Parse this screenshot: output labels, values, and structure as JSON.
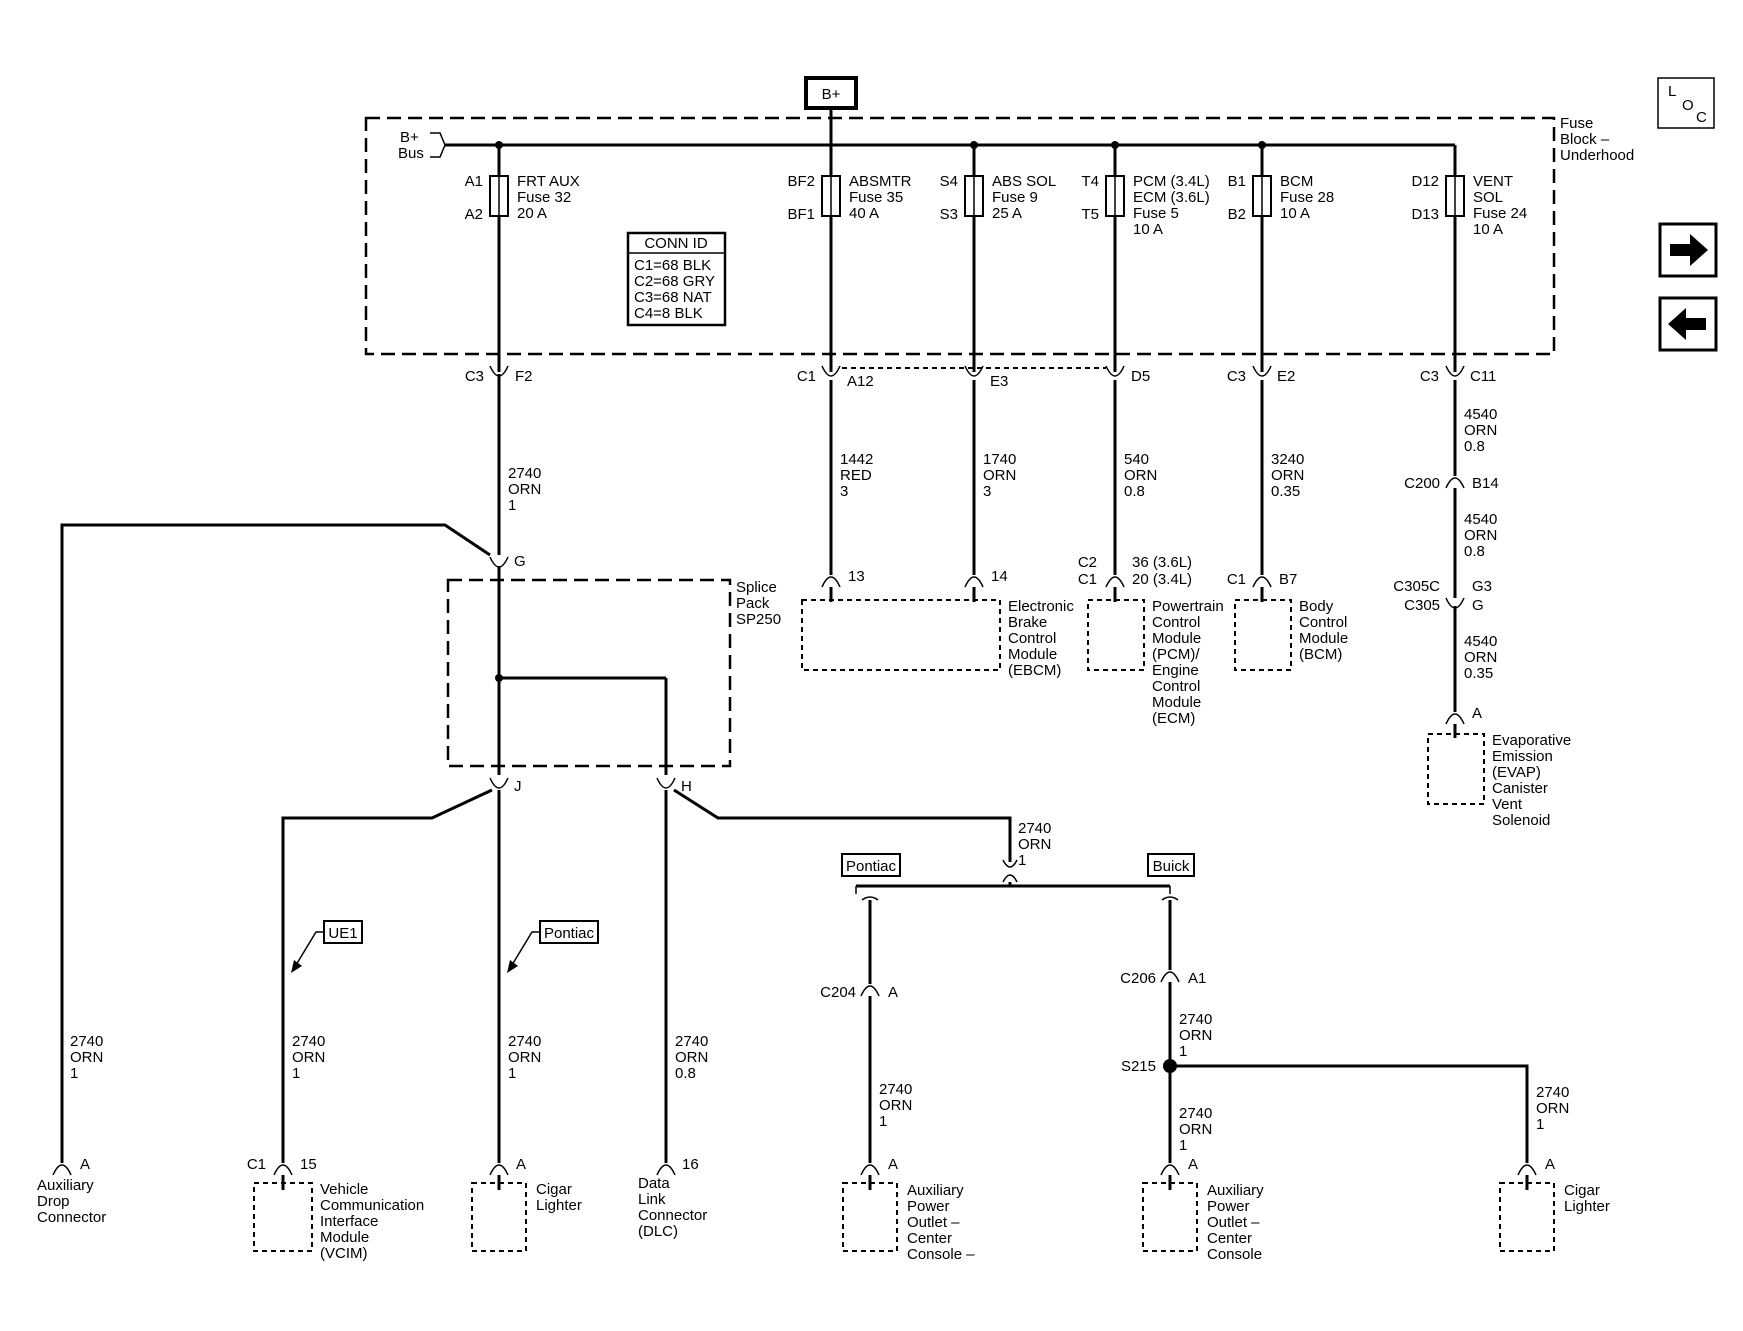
{
  "source": "B+",
  "nav": {
    "loc_l": "L",
    "loc_o": "O",
    "loc_c": "C"
  },
  "fuse_block": {
    "title": [
      "Fuse",
      "Block –",
      "Underhood"
    ],
    "bus": [
      "B+",
      "Bus"
    ],
    "conn_id": {
      "title": "CONN ID",
      "rows": [
        "C1=68 BLK",
        "C2=68 GRY",
        "C3=68 NAT",
        "C4=8 BLK"
      ]
    },
    "fuses": [
      {
        "top": "A1",
        "bottom": "A2",
        "label": [
          "FRT AUX",
          "Fuse 32",
          "20 A"
        ]
      },
      {
        "top": "BF2",
        "bottom": "BF1",
        "label": [
          "ABSMTR",
          "Fuse 35",
          "40 A"
        ]
      },
      {
        "top": "S4",
        "bottom": "S3",
        "label": [
          "ABS SOL",
          "Fuse 9",
          "25 A"
        ]
      },
      {
        "top": "T4",
        "bottom": "T5",
        "label": [
          "PCM (3.4L)",
          "ECM (3.6L)",
          "Fuse 5",
          "10 A"
        ]
      },
      {
        "top": "B1",
        "bottom": "B2",
        "label": [
          "BCM",
          "Fuse 28",
          "10 A"
        ]
      },
      {
        "top": "D12",
        "bottom": "D13",
        "label": [
          "VENT",
          "SOL",
          "Fuse 24",
          "10 A"
        ]
      }
    ],
    "connectors": [
      {
        "conn": "C3",
        "pin": "F2"
      },
      {
        "conn": "C1",
        "pin": "A12"
      },
      {
        "conn": "",
        "pin": "E3"
      },
      {
        "conn": "",
        "pin": "D5"
      },
      {
        "conn": "C3",
        "pin": "E2"
      },
      {
        "conn": "C3",
        "pin": "C11"
      }
    ]
  },
  "wires": {
    "w2740_top": [
      "2740",
      "ORN",
      "1"
    ],
    "w1442": [
      "1442",
      "RED",
      "3"
    ],
    "w1740": [
      "1740",
      "ORN",
      "3"
    ],
    "w540": [
      "540",
      "ORN",
      "0.8"
    ],
    "w3240": [
      "3240",
      "ORN",
      "0.35"
    ],
    "w4540_a": [
      "4540",
      "ORN",
      "0.8"
    ],
    "w4540_b": [
      "4540",
      "ORN",
      "0.8"
    ],
    "w4540_c": [
      "4540",
      "ORN",
      "0.35"
    ],
    "w2740_adc": [
      "2740",
      "ORN",
      "1"
    ],
    "w2740_vcim": [
      "2740",
      "ORN",
      "1"
    ],
    "w2740_cig": [
      "2740",
      "ORN",
      "1"
    ],
    "w2740_dlc": [
      "2740",
      "ORN",
      "0.8"
    ],
    "w2740_h": [
      "2740",
      "ORN",
      "1"
    ],
    "w2740_c204": [
      "2740",
      "ORN",
      "1"
    ],
    "w2740_c206": [
      "2740",
      "ORN",
      "1"
    ],
    "w2740_s215": [
      "2740",
      "ORN",
      "1"
    ],
    "w2740_cig2": [
      "2740",
      "ORN",
      "1"
    ]
  },
  "inline": {
    "c200": {
      "conn": "C200",
      "pin": "B14"
    },
    "c305": {
      "conn_top": "C305C",
      "pin_top": "G3",
      "conn_bot": "C305",
      "pin_bot": "G"
    },
    "c204": {
      "conn": "C204",
      "pin": "A"
    },
    "c206": {
      "conn": "C206",
      "pin": "A1"
    },
    "s215": "S215"
  },
  "splice": {
    "label": [
      "Splice",
      "Pack",
      "SP250"
    ],
    "pin_in": "G",
    "pin_j": "J",
    "pin_h": "H"
  },
  "options": {
    "pontiac_top": "Pontiac",
    "buick": "Buick",
    "ue1": "UE1",
    "pontiac_arrow": "Pontiac"
  },
  "components": {
    "ebcm": {
      "pins": [
        "13",
        "14"
      ],
      "label": [
        "Electronic",
        "Brake",
        "Control",
        "Module",
        "(EBCM)"
      ]
    },
    "pcm": {
      "conn_top": "C2",
      "conn_bot": "C1",
      "pin_top": "36 (3.6L)",
      "pin_bot": "20 (3.4L)",
      "label": [
        "Powertrain",
        "Control",
        "Module",
        "(PCM)/",
        "Engine",
        "Control",
        "Module",
        "(ECM)"
      ]
    },
    "bcm": {
      "conn": "C1",
      "pin": "B7",
      "label": [
        "Body",
        "Control",
        "Module",
        "(BCM)"
      ]
    },
    "evap": {
      "pin": "A",
      "label": [
        "Evaporative",
        "Emission",
        "(EVAP)",
        "Canister",
        "Vent",
        "Solenoid"
      ]
    },
    "adc": {
      "pin": "A",
      "label": [
        "Auxiliary",
        "Drop",
        "Connector"
      ]
    },
    "vcim": {
      "conn": "C1",
      "pin": "15",
      "label": [
        "Vehicle",
        "Communication",
        "Interface",
        "Module",
        "(VCIM)"
      ]
    },
    "cigar1": {
      "pin": "A",
      "label": [
        "Cigar",
        "Lighter"
      ]
    },
    "dlc": {
      "pin": "16",
      "label": [
        "Data",
        "Link",
        "Connector",
        "(DLC)"
      ]
    },
    "apo1": {
      "pin": "A",
      "label": [
        "Auxiliary",
        "Power",
        "Outlet –",
        "Center",
        "Console –"
      ]
    },
    "apo2": {
      "pin": "A",
      "label": [
        "Auxiliary",
        "Power",
        "Outlet –",
        "Center",
        "Console"
      ]
    },
    "cigar2": {
      "pin": "A",
      "label": [
        "Cigar",
        "Lighter"
      ]
    }
  }
}
